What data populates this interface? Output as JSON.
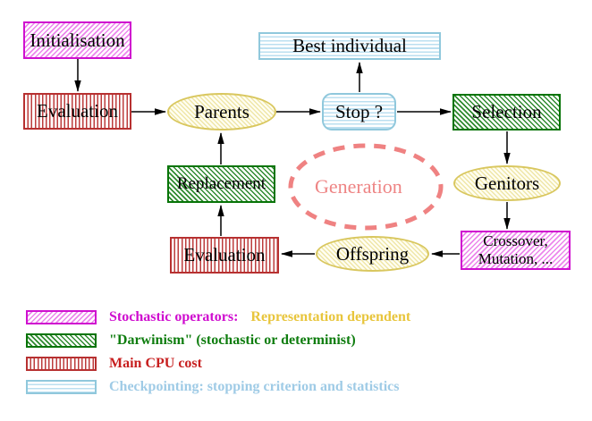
{
  "nodes": {
    "initialisation": "Initialisation",
    "evaluation_top": "Evaluation",
    "parents": "Parents",
    "best_individual": "Best individual",
    "stop": "Stop ?",
    "selection": "Selection",
    "genitors": "Genitors",
    "crossover_line1": "Crossover,",
    "crossover_line2": "Mutation, ...",
    "offspring": "Offspring",
    "evaluation_bottom": "Evaluation",
    "replacement": "Replacement",
    "generation": "Generation"
  },
  "edges": [
    {
      "from": "Initialisation",
      "to": "Evaluation"
    },
    {
      "from": "Evaluation",
      "to": "Parents"
    },
    {
      "from": "Parents",
      "to": "Stop ?"
    },
    {
      "from": "Stop ?",
      "to": "Best individual"
    },
    {
      "from": "Stop ?",
      "to": "Selection"
    },
    {
      "from": "Selection",
      "to": "Genitors"
    },
    {
      "from": "Genitors",
      "to": "Crossover, Mutation, ..."
    },
    {
      "from": "Crossover, Mutation, ...",
      "to": "Offspring"
    },
    {
      "from": "Offspring",
      "to": "Evaluation"
    },
    {
      "from": "Evaluation",
      "to": "Replacement"
    },
    {
      "from": "Replacement",
      "to": "Parents"
    }
  ],
  "legend": {
    "items": [
      {
        "swatch": "magenta-diagonal-hatch",
        "label": "Stochastic operators:",
        "label2": "Representation dependent"
      },
      {
        "swatch": "green-diagonal-hatch",
        "label": "\"Darwinism\" (stochastic or determinist)"
      },
      {
        "swatch": "red-vertical-stripes",
        "label": "Main CPU cost"
      },
      {
        "swatch": "cyan-horizontal-stripes",
        "label": "Checkpointing: stopping criterion and statistics"
      }
    ]
  },
  "colors": {
    "magenta": "#cf10cf",
    "green": "#077407",
    "red": "#b73131",
    "cyan_border": "#90c8dc",
    "yellow_border": "#d9c75f",
    "salmon_dashed": "#ef8282",
    "gold_text": "#e8c53c",
    "light_blue_text": "#9fcbe6",
    "arrow": "#000000"
  }
}
